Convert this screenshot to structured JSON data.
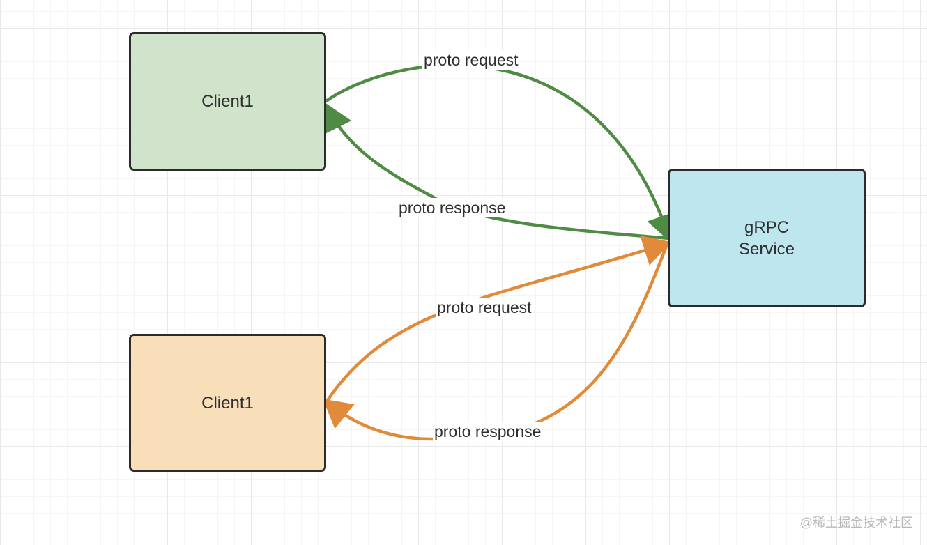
{
  "nodes": {
    "client_top": {
      "label": "Client1",
      "fill": "#cfe4cb"
    },
    "client_bottom": {
      "label": "Client1",
      "fill": "#f8dfb9"
    },
    "grpc_service": {
      "label": "gRPC\nService",
      "fill": "#bde6ef"
    }
  },
  "edges": {
    "top_request": {
      "label": "proto request",
      "color": "#4f8b45"
    },
    "top_response": {
      "label": "proto response",
      "color": "#4f8b45"
    },
    "bottom_request": {
      "label": "proto request",
      "color": "#e08a3a"
    },
    "bottom_response": {
      "label": "proto response",
      "color": "#e08a3a"
    }
  },
  "watermark": "@稀土掘金技术社区"
}
